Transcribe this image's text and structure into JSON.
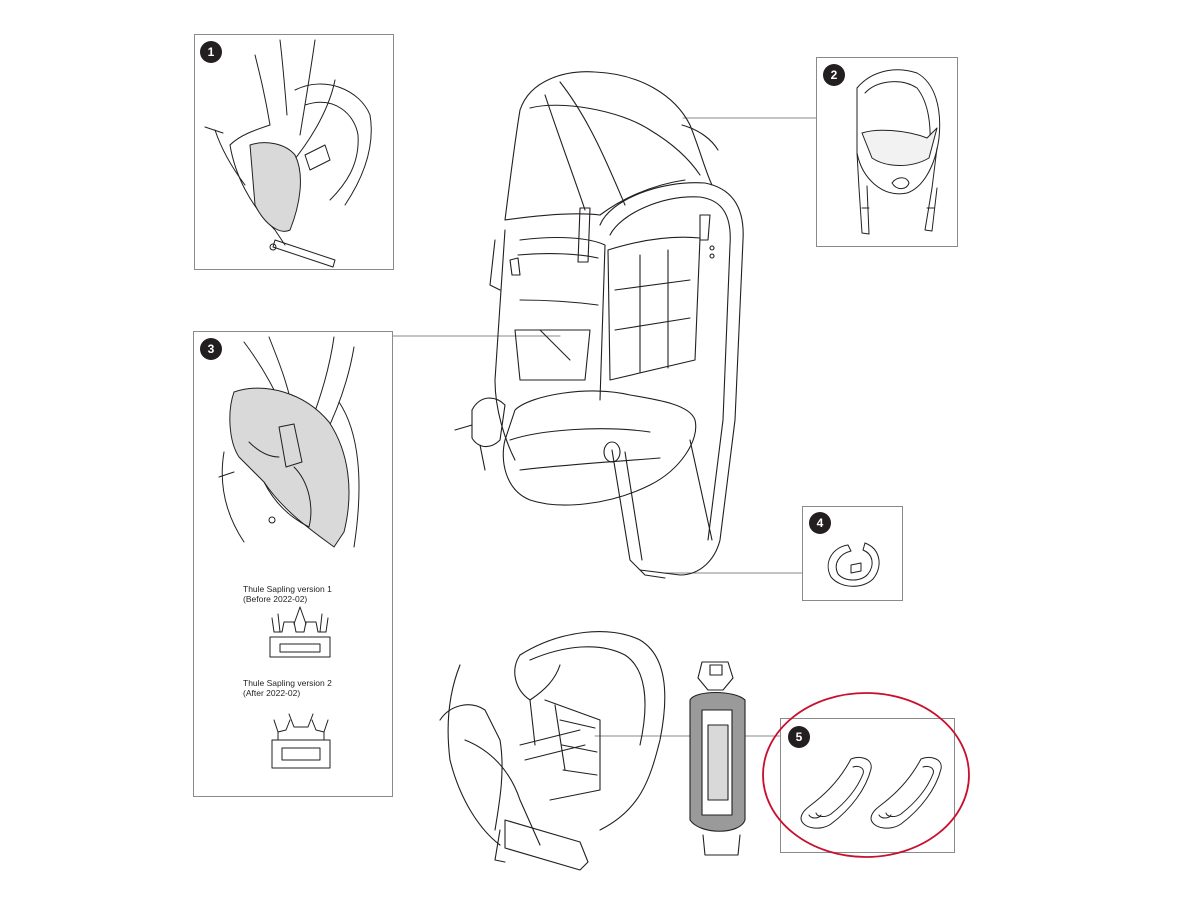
{
  "panels": {
    "p1": {
      "number": "1"
    },
    "p2": {
      "number": "2"
    },
    "p3": {
      "number": "3",
      "version1_title": "Thule Sapling version 1",
      "version1_date": "(Before 2022-02)",
      "version2_title": "Thule Sapling version 2",
      "version2_date": "(After 2022-02)"
    },
    "p4": {
      "number": "4"
    },
    "p5": {
      "number": "5"
    }
  },
  "colors": {
    "line": "#231f20",
    "fabric_fill": "#d9d9d9",
    "strap_fill": "#9a9a9a",
    "highlight": "#c8102e"
  }
}
